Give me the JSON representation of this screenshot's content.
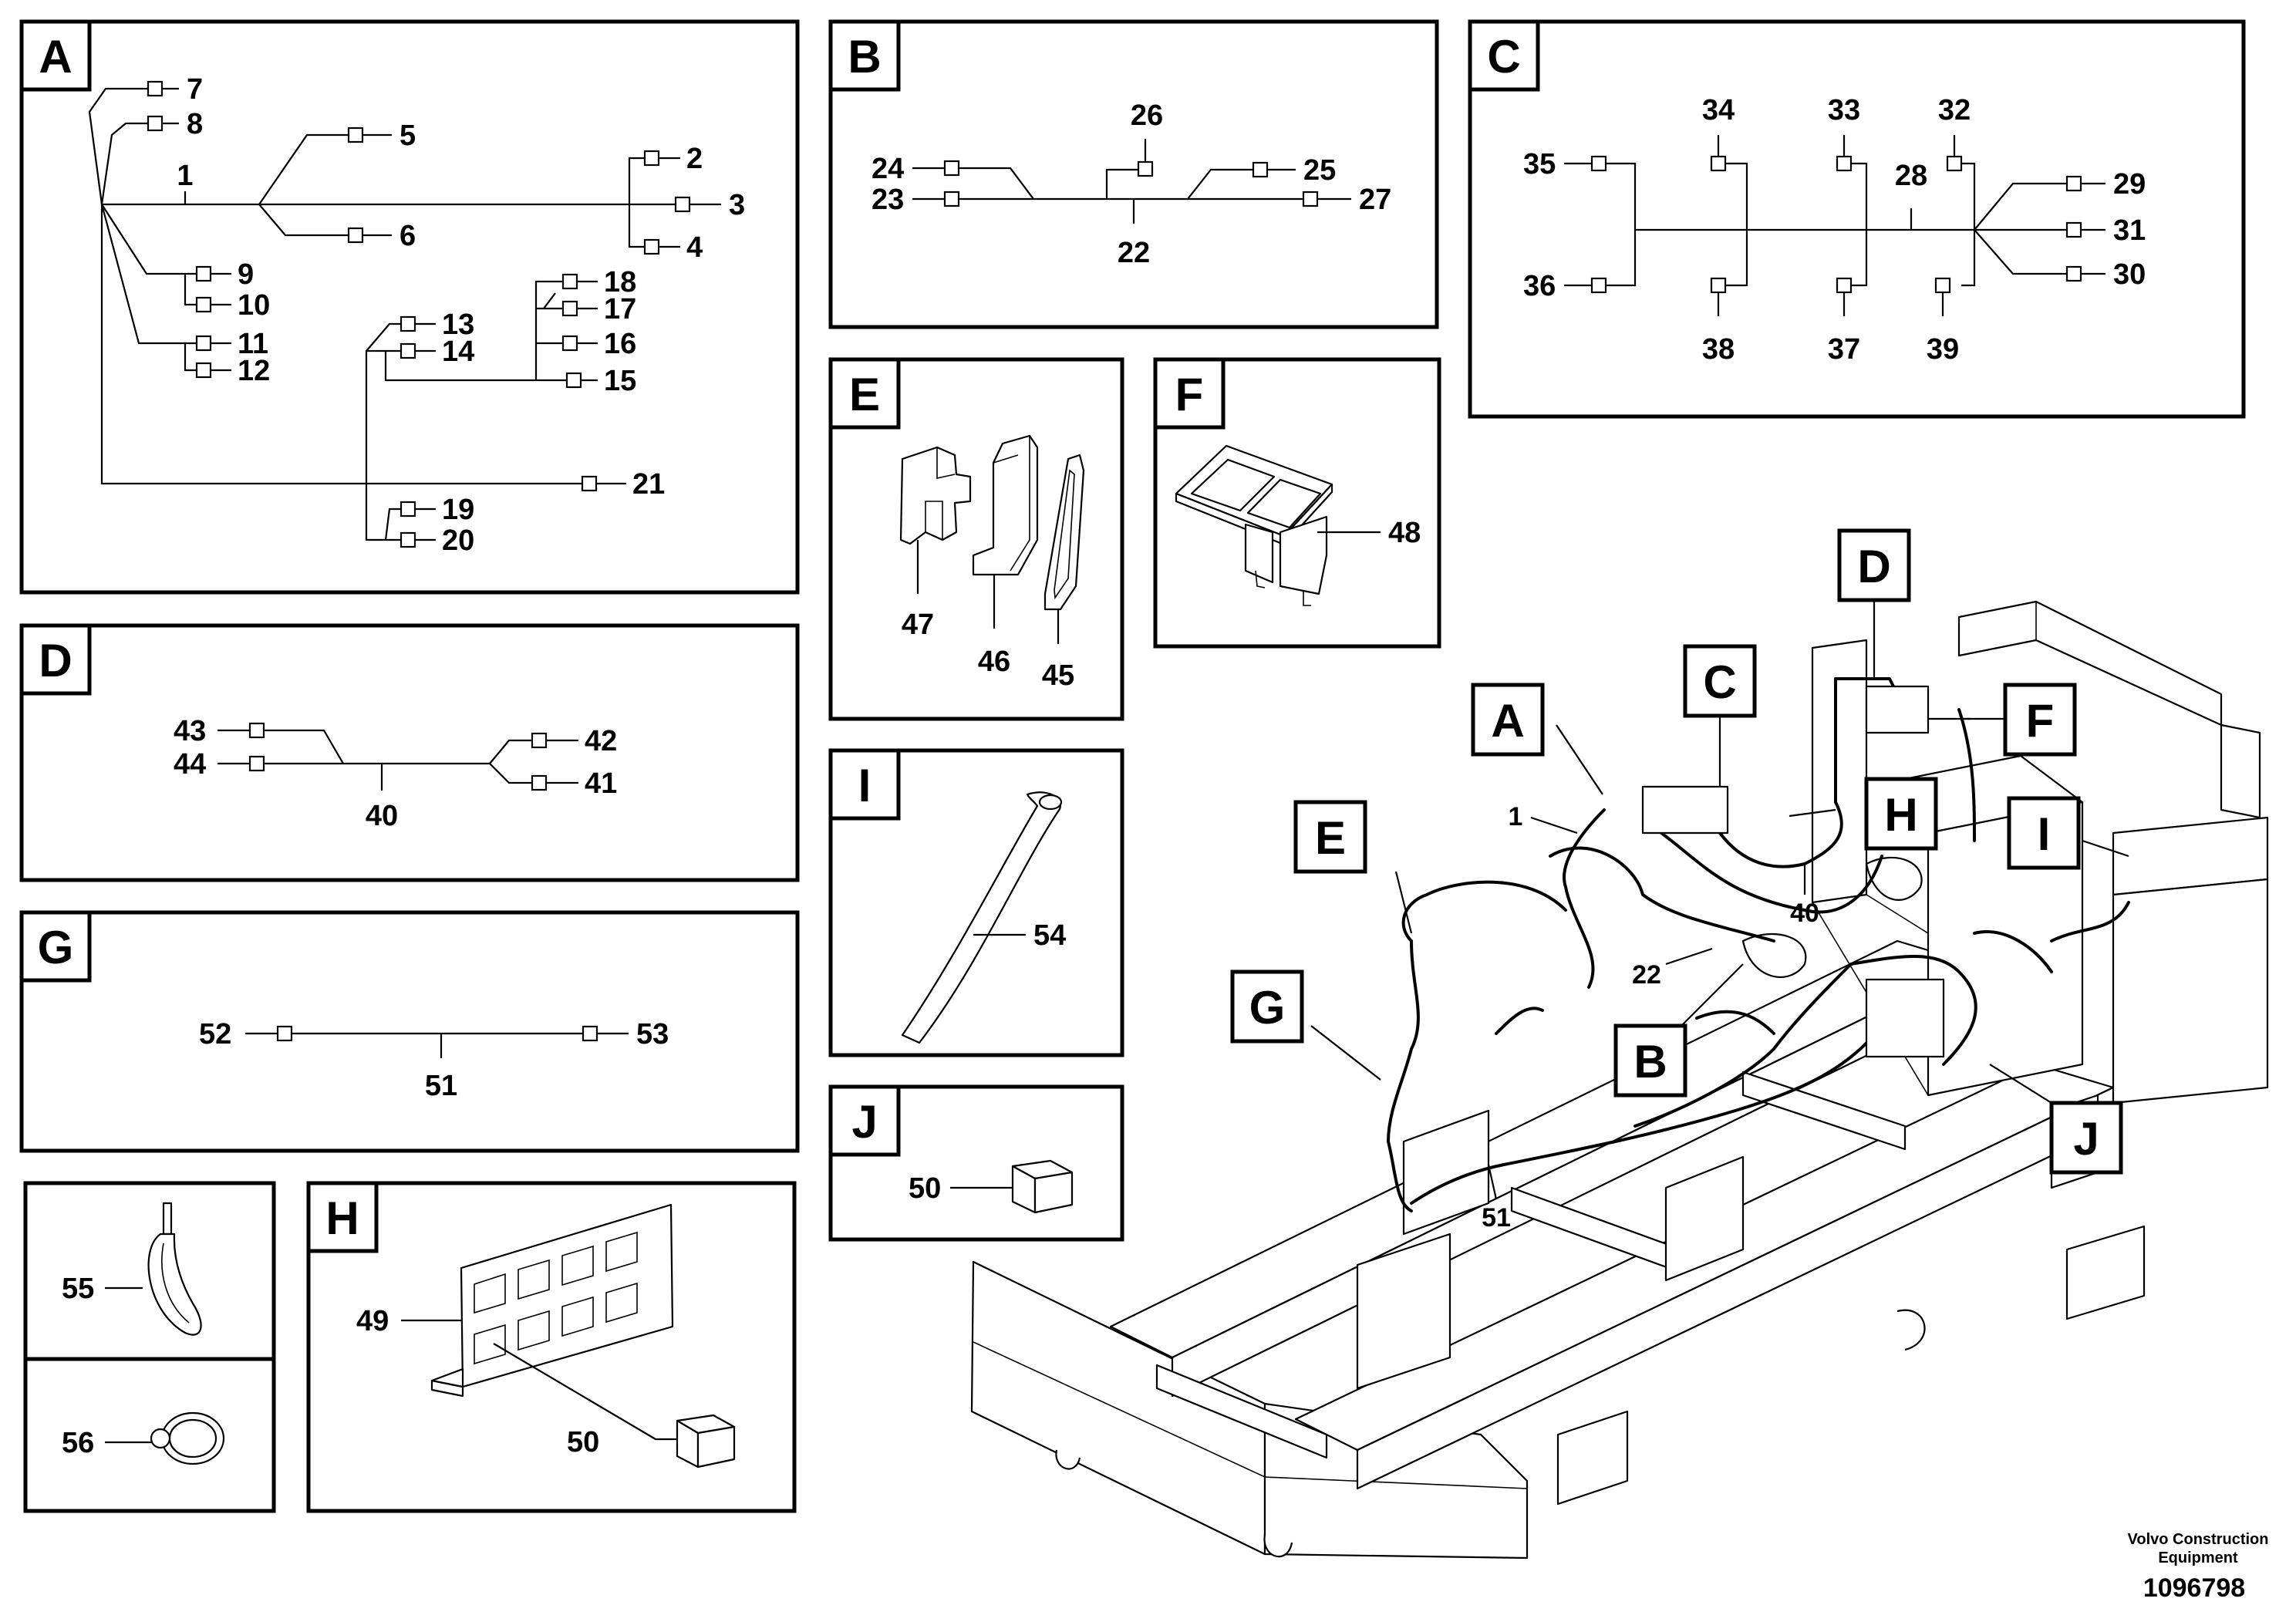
{
  "panels": {
    "A": {
      "tag": "A"
    },
    "B": {
      "tag": "B"
    },
    "C": {
      "tag": "C"
    },
    "D": {
      "tag": "D"
    },
    "E": {
      "tag": "E"
    },
    "F": {
      "tag": "F"
    },
    "G": {
      "tag": "G"
    },
    "H": {
      "tag": "H"
    },
    "I": {
      "tag": "I"
    },
    "J": {
      "tag": "J"
    }
  },
  "parts": {
    "p1": "1",
    "p2": "2",
    "p3": "3",
    "p4": "4",
    "p5": "5",
    "p6": "6",
    "p7": "7",
    "p8": "8",
    "p9": "9",
    "p10": "10",
    "p11": "11",
    "p12": "12",
    "p13": "13",
    "p14": "14",
    "p15": "15",
    "p16": "16",
    "p17": "17",
    "p18": "18",
    "p19": "19",
    "p20": "20",
    "p21": "21",
    "p22": "22",
    "p23": "23",
    "p24": "24",
    "p25": "25",
    "p26": "26",
    "p27": "27",
    "p28": "28",
    "p29": "29",
    "p30": "30",
    "p31": "31",
    "p32": "32",
    "p33": "33",
    "p34": "34",
    "p35": "35",
    "p36": "36",
    "p37": "37",
    "p38": "38",
    "p39": "39",
    "p40": "40",
    "p41": "41",
    "p42": "42",
    "p43": "43",
    "p44": "44",
    "p45": "45",
    "p46": "46",
    "p47": "47",
    "p48": "48",
    "p49": "49",
    "p50": "50",
    "p51": "51",
    "p52": "52",
    "p53": "53",
    "p54": "54",
    "p55": "55",
    "p56": "56"
  },
  "main_callouts": {
    "A": "A",
    "B": "B",
    "C": "C",
    "D": "D",
    "E": "E",
    "F": "F",
    "G": "G",
    "H": "H",
    "I": "I",
    "J": "J",
    "n1": "1",
    "n22": "22",
    "n40": "40",
    "n51": "51"
  },
  "footer": {
    "company_line1": "Volvo Construction",
    "company_line2": "Equipment",
    "drawing_number": "1096798"
  }
}
